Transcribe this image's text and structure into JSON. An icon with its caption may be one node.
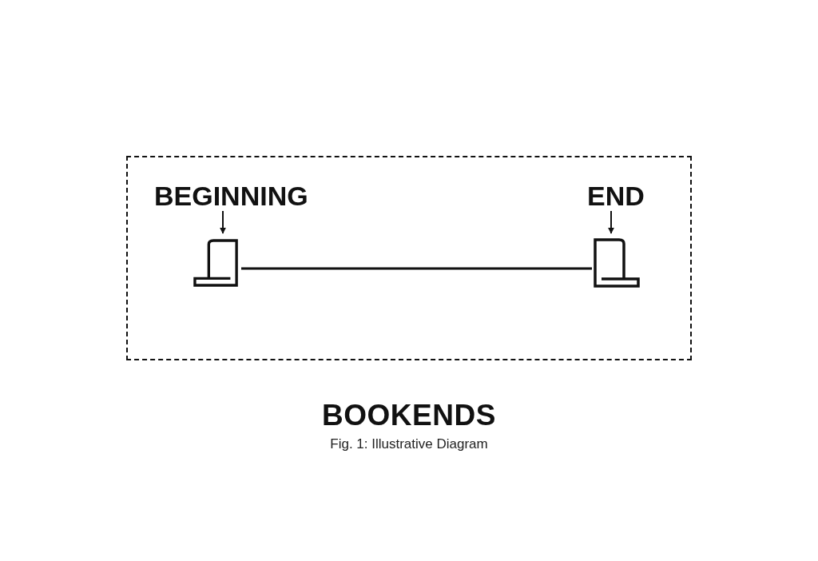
{
  "diagram": {
    "title": "BOOKENDS",
    "caption": "Fig. 1: Illustrative Diagram",
    "nodes": [
      {
        "text": [],
        "shape": "box"
      },
      {
        "text": [
          "BEGINNING"
        ],
        "in": 0
      },
      {
        "text": [],
        "shape": "picture",
        "in": 0
      },
      {
        "text": [
          "END"
        ],
        "in": 0
      },
      {
        "text": [],
        "shape": "picture",
        "in": 0
      }
    ],
    "edges": [
      {
        "from": 1,
        "to": 2,
        "arrow": "to"
      },
      {
        "from": 3,
        "to": 4,
        "arrow": "to"
      },
      {
        "from": 2,
        "to": 4,
        "arrow": "none"
      }
    ]
  }
}
